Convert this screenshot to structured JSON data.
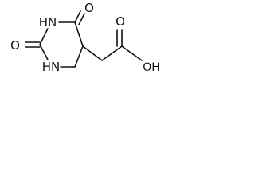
{
  "labels": {
    "nh_top": "HN",
    "nh_bottom": "HN",
    "o_ring_top": "O",
    "o_ring_left": "O",
    "o_acid_double": "O",
    "oh_acid": "OH"
  },
  "colors": {
    "ink": "#111111",
    "background": "#ffffff"
  }
}
